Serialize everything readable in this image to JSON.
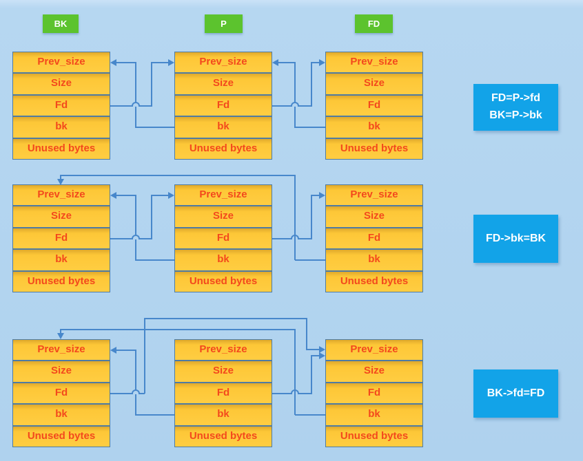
{
  "diagram": "heap chunk unlink pointer diagram",
  "colors": {
    "background": "#b2d4f0",
    "chunk_fill": "#ffc93a",
    "chunk_border": "#4e7ba3",
    "chunk_text": "#f3491d",
    "label_green": "#5cc32e",
    "note_blue": "#12a3e8",
    "arrow_blue": "#4787cb",
    "note_text": "#ffffff"
  },
  "chunk_fields": [
    "Prev_size",
    "Size",
    "Fd",
    "bk",
    "Unused bytes"
  ],
  "labels": {
    "bk": "BK",
    "p": "P",
    "fd": "FD"
  },
  "rows": [
    {
      "chunks": [
        "BK",
        "P",
        "FD"
      ],
      "note": [
        "FD=P->fd",
        "BK=P->bk"
      ]
    },
    {
      "chunks": [
        "BK",
        "P",
        "FD"
      ],
      "note": [
        "FD->bk=BK"
      ]
    },
    {
      "chunks": [
        "BK",
        "P",
        "FD"
      ],
      "note": [
        "BK->fd=FD"
      ]
    }
  ]
}
